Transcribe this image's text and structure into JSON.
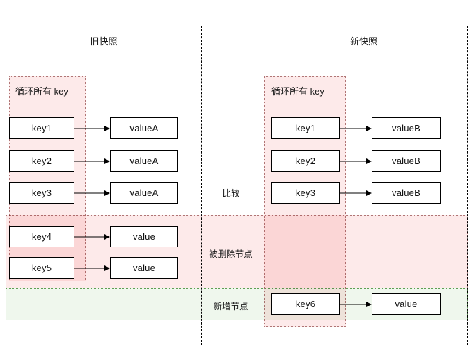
{
  "diagram": {
    "title_left": "旧快照",
    "title_right": "新快照",
    "loop_label": "循环所有 key",
    "compare_label": "比较",
    "deleted_label": "被删除节点",
    "added_label": "新增节点",
    "colors": {
      "pink_band": "#fdeaea",
      "pink_overlap": "#fad7d7",
      "green_band": "#eff7ed",
      "pink_border": "#b07575",
      "green_border": "#5f9e54",
      "frame_border": "#000000",
      "node_border": "#000000",
      "node_fill": "#ffffff"
    }
  },
  "left_snapshot": {
    "title": "旧快照",
    "loop_label": "循环所有 key",
    "rows": [
      {
        "key": "key1",
        "value": "valueA",
        "group": "compared"
      },
      {
        "key": "key2",
        "value": "valueA",
        "group": "compared"
      },
      {
        "key": "key3",
        "value": "valueA",
        "group": "compared"
      },
      {
        "key": "key4",
        "value": "value",
        "group": "deleted"
      },
      {
        "key": "key5",
        "value": "value",
        "group": "deleted"
      }
    ]
  },
  "right_snapshot": {
    "title": "新快照",
    "loop_label": "循环所有 key",
    "rows": [
      {
        "key": "key1",
        "value": "valueB",
        "group": "compared"
      },
      {
        "key": "key2",
        "value": "valueB",
        "group": "compared"
      },
      {
        "key": "key3",
        "value": "valueB",
        "group": "compared"
      },
      {
        "key": "key6",
        "value": "value",
        "group": "added"
      }
    ]
  },
  "middle": {
    "compare_label": "比较",
    "deleted_label": "被删除节点",
    "added_label": "新增节点"
  }
}
